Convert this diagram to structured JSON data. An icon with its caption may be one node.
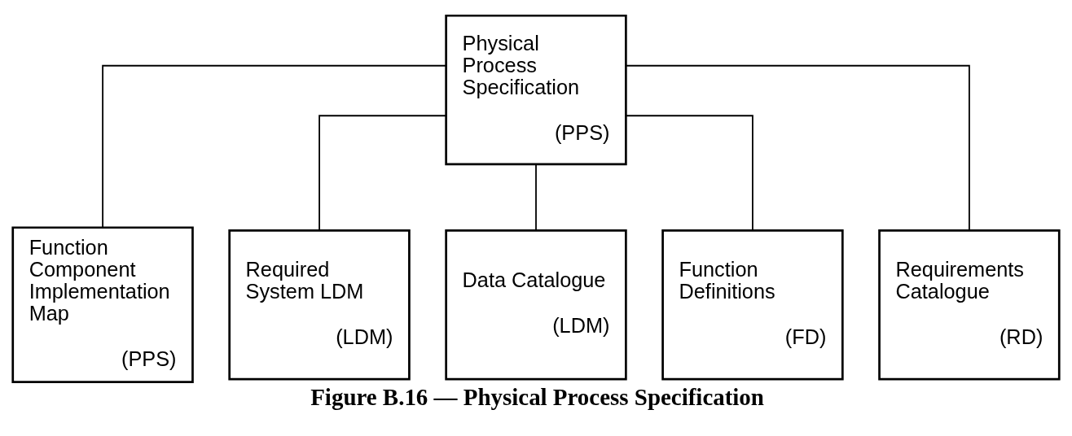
{
  "diagram": {
    "caption": "Figure B.16 — Physical Process Specification",
    "nodes": [
      {
        "text": [
          "Physical Process Specification",
          "(PPS)"
        ]
      },
      {
        "text": [
          "Function Component Implementation Map",
          "(PPS)"
        ]
      },
      {
        "text": [
          "Required System LDM",
          "(LDM)"
        ]
      },
      {
        "text": [
          "Data Catalogue",
          "(LDM)"
        ]
      },
      {
        "text": [
          "Function Definitions",
          "(FD)"
        ]
      },
      {
        "text": [
          "Requirements Catalogue",
          "(RD)"
        ]
      }
    ],
    "edges": [
      {
        "from": 0,
        "to": 1,
        "arrow": "none"
      },
      {
        "from": 0,
        "to": 2,
        "arrow": "none"
      },
      {
        "from": 0,
        "to": 3,
        "arrow": "none"
      },
      {
        "from": 0,
        "to": 4,
        "arrow": "none"
      },
      {
        "from": 0,
        "to": 5,
        "arrow": "none"
      }
    ]
  }
}
